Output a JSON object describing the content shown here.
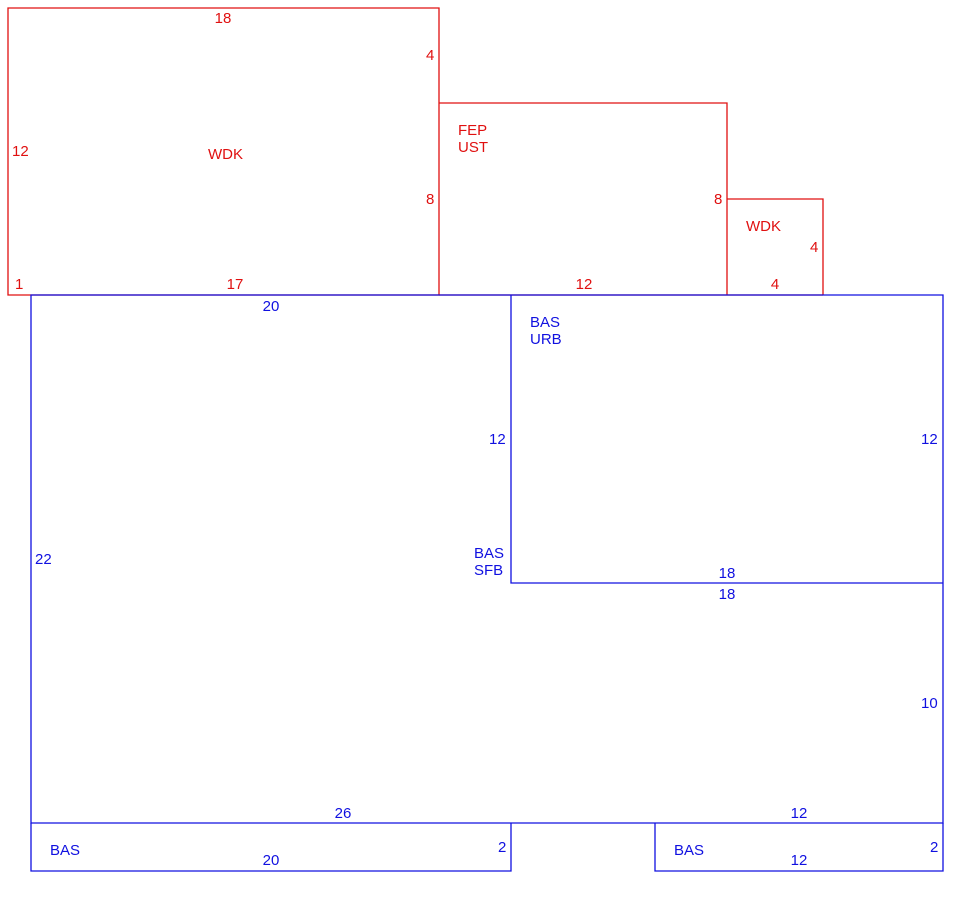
{
  "colors": {
    "upper": "#e01010",
    "base": "#1010e0"
  },
  "wdk_left": {
    "code": "WDK",
    "dims": {
      "top": "18",
      "left": "12",
      "right_top": "4",
      "right_mid": "8",
      "bottom": "17",
      "bottom_left": "1"
    }
  },
  "fep": {
    "codes": [
      "FEP",
      "UST"
    ],
    "dims": {
      "bottom": "12",
      "right": "8"
    }
  },
  "wdk_right": {
    "code": "WDK",
    "dims": {
      "right": "4",
      "bottom": "4"
    }
  },
  "bas_main": {
    "codes": [
      "BAS",
      "SFB"
    ],
    "dims": {
      "top": "20",
      "left": "22",
      "mid_left": "12",
      "bottom_left": "26",
      "bottom_right": "12",
      "right_lower": "10",
      "step": "18"
    }
  },
  "bas_urb": {
    "codes": [
      "BAS",
      "URB"
    ],
    "dims": {
      "right": "12",
      "bottom": "18"
    }
  },
  "bas_strip_left": {
    "code": "BAS",
    "dims": {
      "bottom": "20",
      "right": "2"
    }
  },
  "bas_strip_right": {
    "code": "BAS",
    "dims": {
      "bottom": "12",
      "right": "2"
    }
  }
}
